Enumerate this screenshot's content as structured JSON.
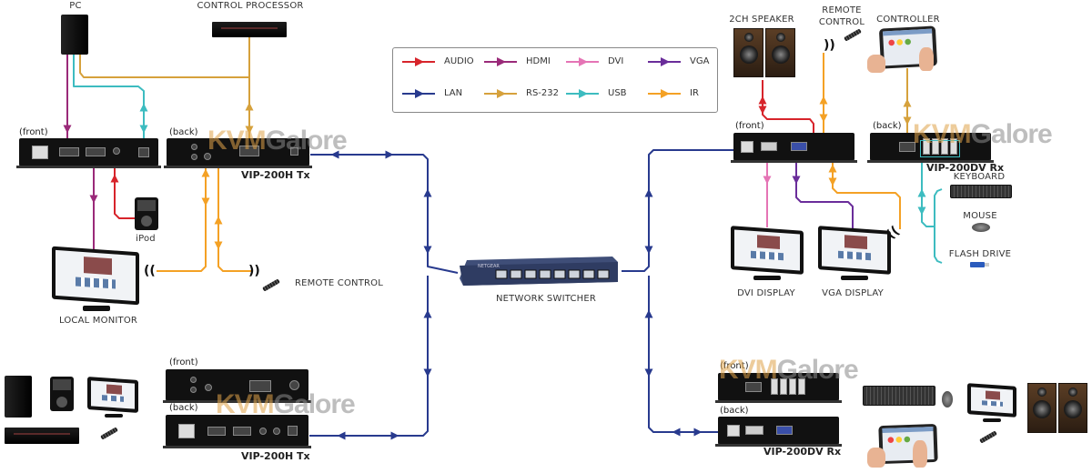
{
  "title": "VIP-200H Tx / VIP-200DV Rx KVM over IP connection diagram",
  "legend": {
    "items": [
      {
        "label": "AUDIO",
        "color": "#d7242b"
      },
      {
        "label": "HDMI",
        "color": "#9a2a79"
      },
      {
        "label": "DVI",
        "color": "#e574b5"
      },
      {
        "label": "VGA",
        "color": "#6a2d9a"
      },
      {
        "label": "LAN",
        "color": "#283a8e"
      },
      {
        "label": "RS-232",
        "color": "#d6a13c"
      },
      {
        "label": "USB",
        "color": "#3dbcc0"
      },
      {
        "label": "IR",
        "color": "#f4a125"
      }
    ]
  },
  "watermark": {
    "part1": "KVM",
    "part2": "Galore"
  },
  "labels": {
    "pc": "PC",
    "control_processor": "CONTROL PROCESSOR",
    "ipod": "iPod",
    "local_monitor": "LOCAL MONITOR",
    "remote_control_left": "REMOTE CONTROL",
    "network_switcher": "NETWORK SWITCHER",
    "speaker_2ch": "2CH SPEAKER",
    "remote_control_right_line1": "REMOTE",
    "remote_control_right_line2": "CONTROL",
    "controller": "CONTROLLER",
    "keyboard": "KEYBOARD",
    "mouse": "MOUSE",
    "flash_drive": "FLASH DRIVE",
    "dvi_display": "DVI DISPLAY",
    "vga_display": "VGA DISPLAY"
  },
  "devices": {
    "tx_top": {
      "front": "(front)",
      "back": "(back)",
      "model": "VIP-200H Tx"
    },
    "rx_top": {
      "front": "(front)",
      "back": "(back)",
      "model": "VIP-200DV Rx"
    },
    "tx_bottom": {
      "front": "(front)",
      "back": "(back)",
      "model": "VIP-200H Tx"
    },
    "rx_bottom": {
      "front": "(front)",
      "back": "(back)",
      "model": "VIP-200DV Rx"
    }
  },
  "switch_brand": "NETGEAR",
  "colors": {
    "audio": "#d7242b",
    "hdmi": "#9a2a79",
    "dvi": "#e574b5",
    "vga": "#6a2d9a",
    "lan": "#283a8e",
    "rs232": "#d6a13c",
    "usb": "#3dbcc0",
    "ir": "#f4a125"
  }
}
